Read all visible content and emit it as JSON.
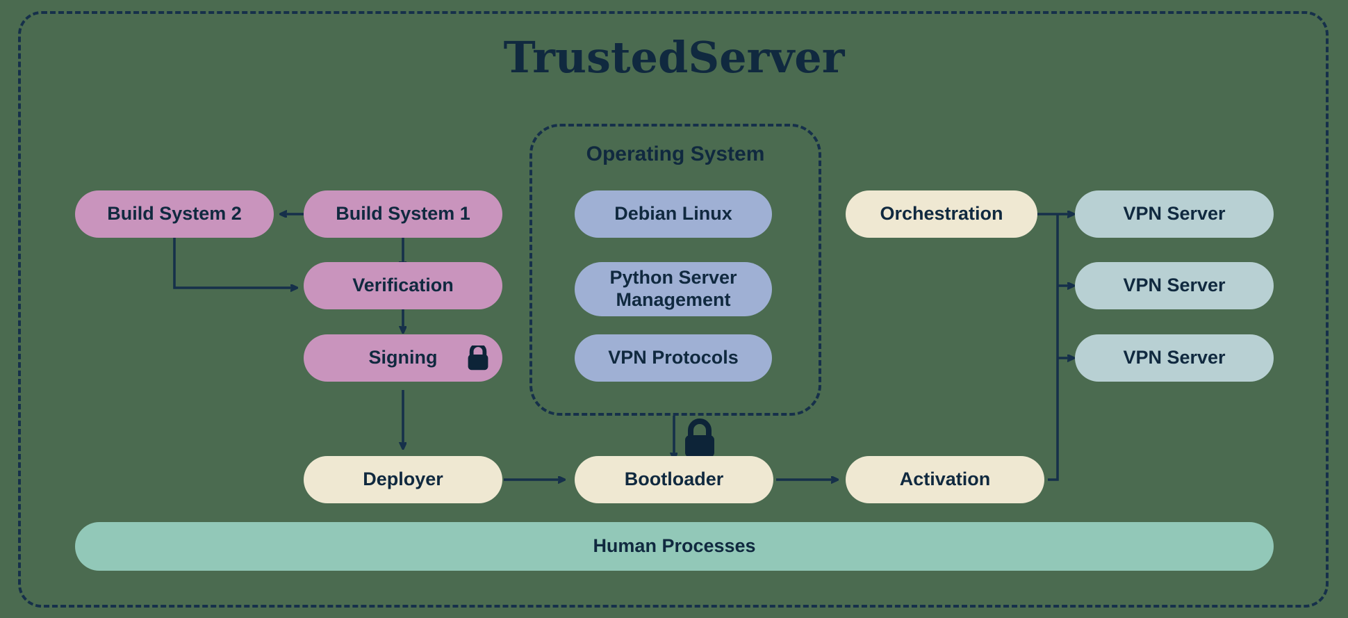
{
  "diagram": {
    "title": "TrustedServer",
    "background_color": "#4b6b50",
    "border_color": "#16304a",
    "text_color": "#10293f"
  },
  "os_group": {
    "label": "Operating System",
    "items": [
      {
        "label": "Debian Linux",
        "color": "#9fb0d4"
      },
      {
        "label": "Python Server Management",
        "color": "#9fb0d4"
      },
      {
        "label": "VPN Protocols",
        "color": "#9fb0d4"
      }
    ]
  },
  "build_pipeline": [
    {
      "label": "Build System 2",
      "color": "#c994bd",
      "lock": false
    },
    {
      "label": "Build System 1",
      "color": "#c994bd",
      "lock": false
    },
    {
      "label": "Verification",
      "color": "#c994bd",
      "lock": false
    },
    {
      "label": "Signing",
      "color": "#c994bd",
      "lock": true
    }
  ],
  "deploy_row": [
    {
      "label": "Deployer",
      "color": "#efe8d2"
    },
    {
      "label": "Bootloader",
      "color": "#efe8d2"
    },
    {
      "label": "Activation",
      "color": "#efe8d2"
    }
  ],
  "vpn_servers": [
    {
      "label": "VPN Server",
      "color": "#b8d0d3"
    },
    {
      "label": "VPN Server",
      "color": "#b8d0d3"
    },
    {
      "label": "VPN Server",
      "color": "#b8d0d3"
    }
  ],
  "orchestration": {
    "label": "Orchestration",
    "color": "#efe8d2"
  },
  "human_processes": {
    "label": "Human Processes",
    "color": "#92c8b8"
  },
  "icons": {
    "lock_signing": "lock-icon",
    "lock_bootloader": "lock-icon"
  }
}
